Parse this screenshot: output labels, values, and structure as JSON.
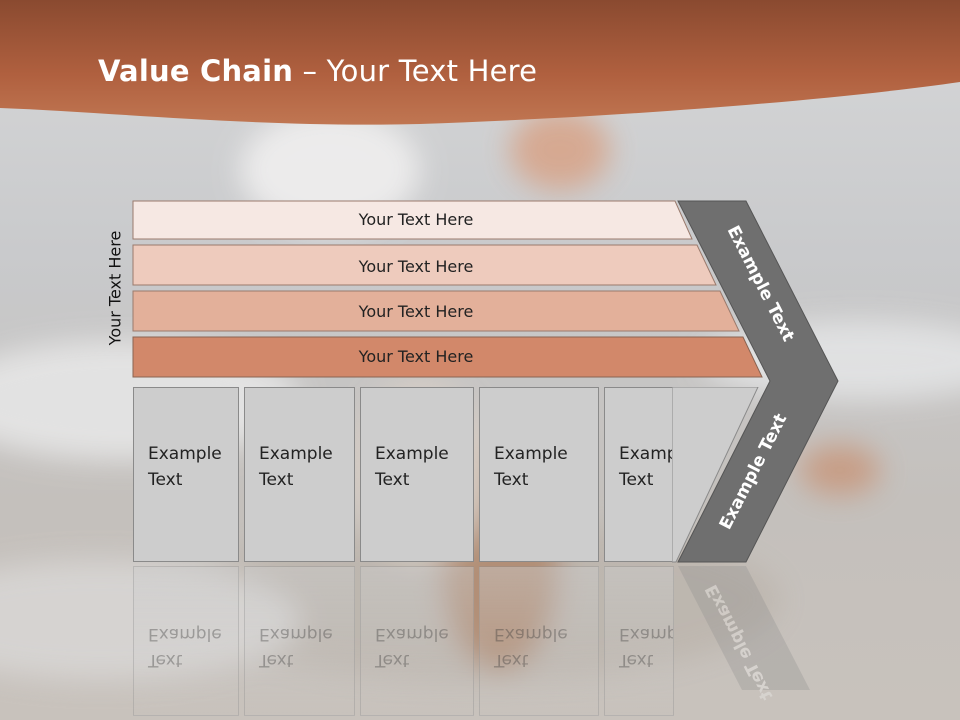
{
  "title": {
    "bold": "Value Chain",
    "rest": " – Your Text Here"
  },
  "side_label": "Your Text Here",
  "bars": [
    {
      "label": "Your Text Here",
      "color": "#f6e8e3"
    },
    {
      "label": "Your Text Here",
      "color": "#eecbbd"
    },
    {
      "label": "Your Text Here",
      "color": "#e3b09a"
    },
    {
      "label": "Your Text Here",
      "color": "#d2886a"
    }
  ],
  "boxes": [
    {
      "line1": "Example",
      "line2": "Text"
    },
    {
      "line1": "Example",
      "line2": "Text"
    },
    {
      "line1": "Example",
      "line2": "Text"
    },
    {
      "line1": "Example",
      "line2": "Text"
    },
    {
      "line1": "Example",
      "line2": "Text"
    }
  ],
  "chevron": {
    "top_label": "Example Text",
    "bottom_label": "Example Text",
    "color": "#6f6f6f"
  },
  "colors": {
    "header": "#a9583a",
    "box": "#cdcdcd"
  }
}
